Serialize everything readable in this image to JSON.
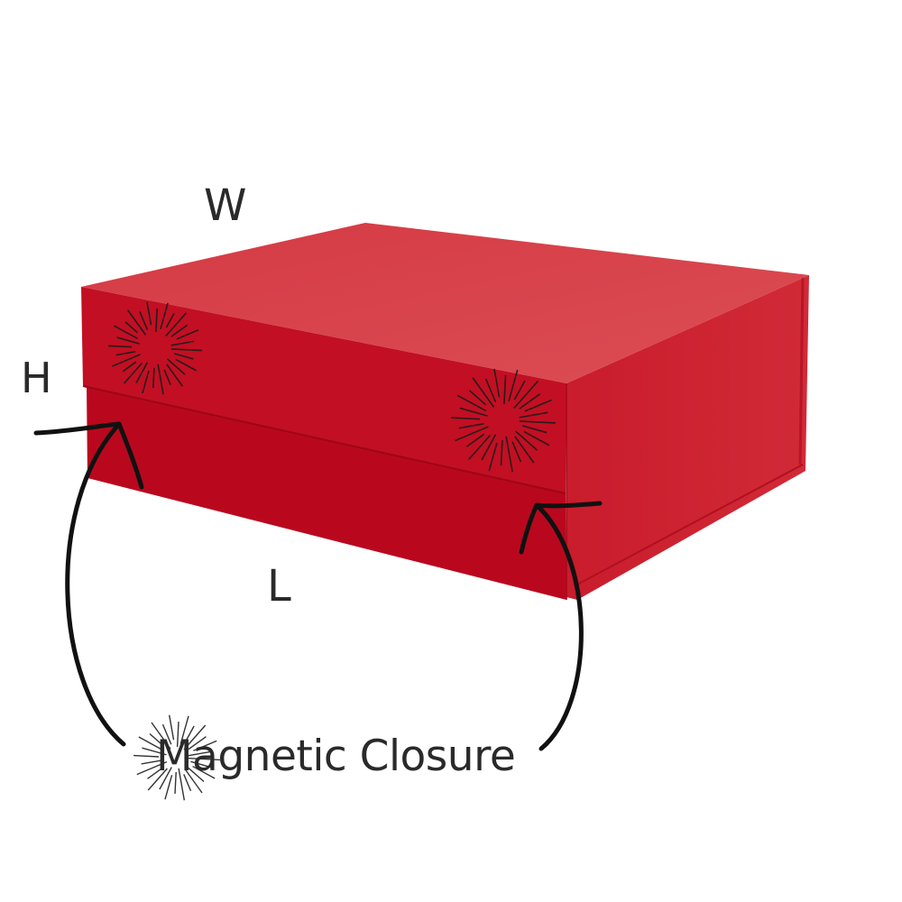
{
  "labels": {
    "width": "W",
    "height": "H",
    "length": "L",
    "callout": "Magnetic Closure"
  },
  "colors": {
    "box_top": "#d8454c",
    "box_lid_front": "#c20d22",
    "box_base_front": "#b8071d",
    "box_right": "#cc2432",
    "annotation": "#111111"
  },
  "icons": [
    "starburst-icon",
    "arrow-icon"
  ]
}
